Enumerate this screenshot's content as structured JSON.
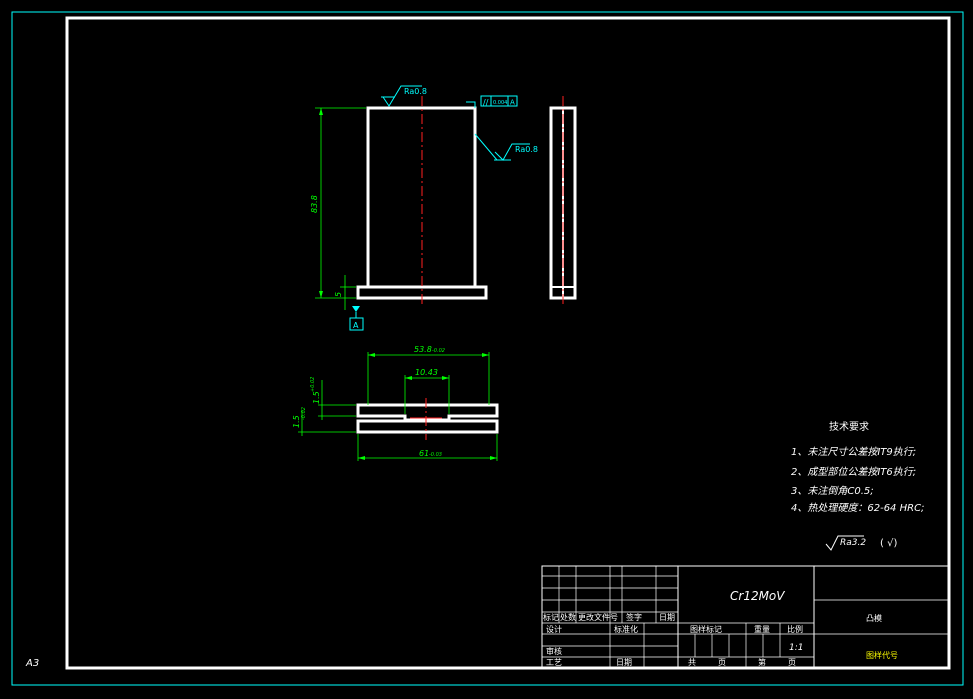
{
  "sheet": {
    "size_label": "A3"
  },
  "title_block": {
    "material": "Cr12MoV",
    "part_name": "凸模",
    "drawing_code": "图样代号",
    "weight_label": "重量",
    "scale_label": "比例",
    "scale_value": "1:1",
    "sheet_total_label": "共",
    "sheet_no_label": "第",
    "page_unit_a": "页",
    "page_unit_b": "页",
    "mark_label": "图样标记",
    "row_labels": {
      "revision": "标记",
      "count": "处数",
      "doc_no": "更改文件号",
      "signature": "签字",
      "date": "日期",
      "design": "设计",
      "standardize": "标准化",
      "review": "审核",
      "process": "工艺",
      "date2": "日期"
    }
  },
  "technical_requirements": {
    "title": "技术要求",
    "items": [
      "1、未注尺寸公差按IT9执行;",
      "2、成型部位公差按IT6执行;",
      "3、未注倒角C0.5;",
      "4、热处理硬度：62-64 HRC;"
    ],
    "general_roughness": "Ra3.2",
    "other_roughness": "( √)"
  },
  "dimensions": {
    "height": "83.8",
    "base_thickness": "5",
    "datum": "A",
    "roughness_top": "Ra0.8",
    "roughness_side": "Ra0.8",
    "parallelism_value": "0.004",
    "parallelism_datum": "A",
    "top_width": "53.8",
    "top_width_tol": "-0.02",
    "slot_width": "10.43",
    "slot_depth": "1.5",
    "slot_depth_tol": "+0.02",
    "thickness": "1.5",
    "thickness_tol": "-0.02",
    "bottom_width": "61",
    "bottom_width_tol": "-0.03"
  }
}
